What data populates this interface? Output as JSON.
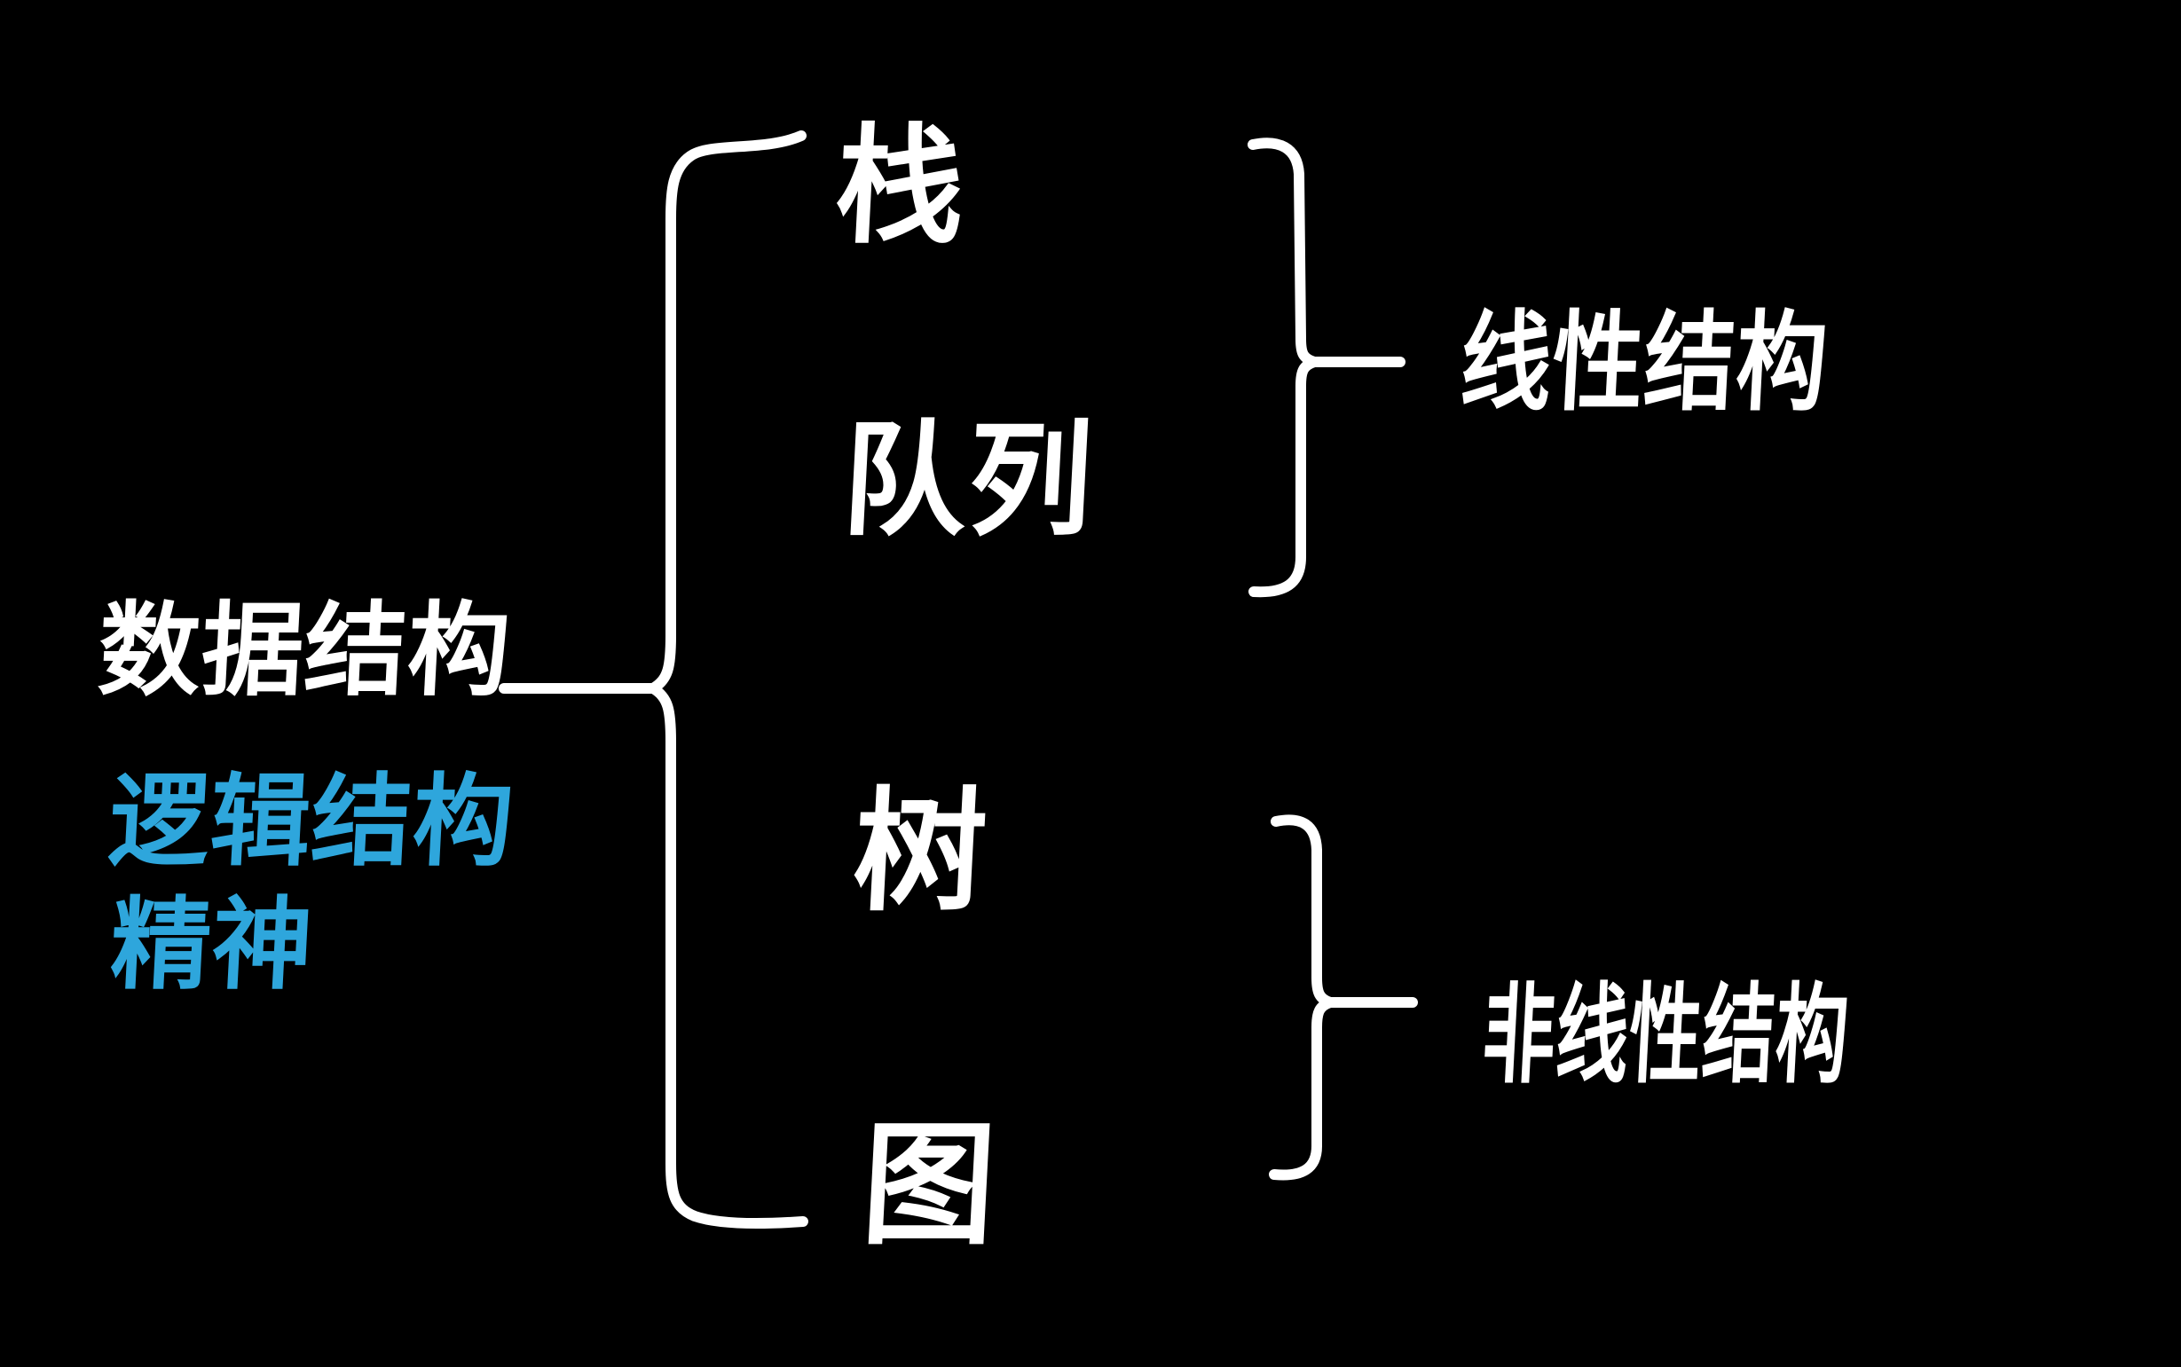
{
  "colors": {
    "background": "#000000",
    "text": "#ffffff",
    "highlight": "#2ea6dc"
  },
  "diagram": {
    "root": {
      "label": "数据结构"
    },
    "annotations": {
      "line1": "逻辑结构",
      "line2": "精神"
    },
    "items": {
      "stack": "栈",
      "queue": "队列",
      "tree": "树",
      "graph": "图"
    },
    "groups": {
      "linear": "线性结构",
      "nonlinear": "非线性结构"
    }
  }
}
